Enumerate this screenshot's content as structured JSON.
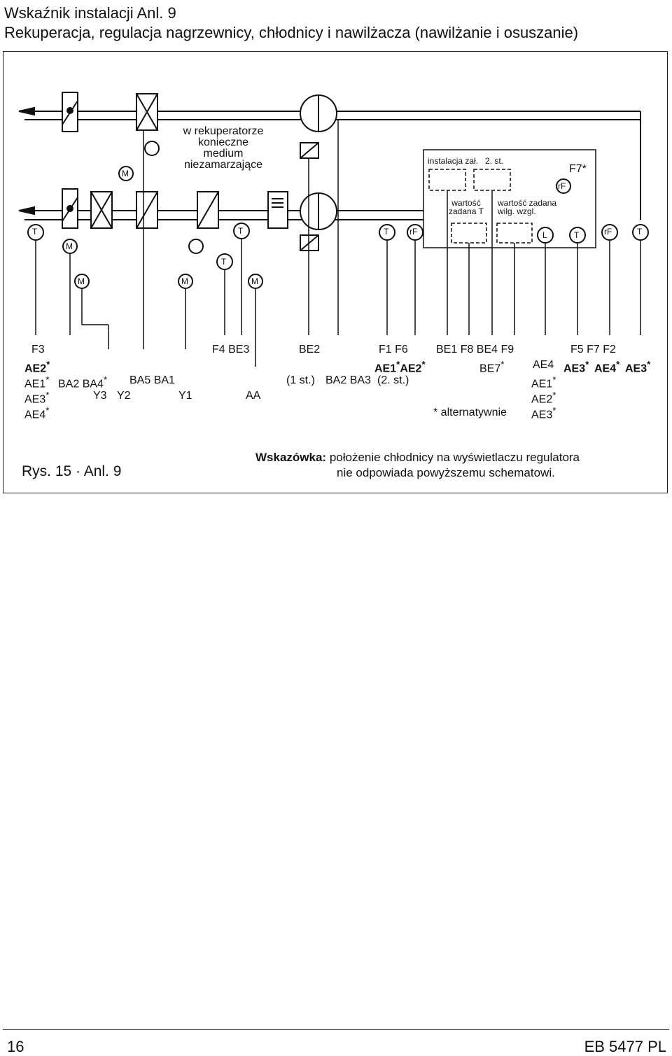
{
  "heading": {
    "line1": "Wskaźnik instalacji Anl. 9",
    "line2": "Rekuperacja, regulacja nagrzewnicy, chłodnicy i nawilżacza (nawilżanie i osuszanie)"
  },
  "recuperator_note": [
    "w rekuperatorze",
    "konieczne",
    "medium",
    "niezamarzające"
  ],
  "controller": {
    "title": "instalacja zał.",
    "stage": "2. st.",
    "setpoint_t": [
      "wartość",
      "zadana T"
    ],
    "setpoint_rh": [
      "wartość zadana",
      "wilg. wzgl."
    ],
    "f7_label": "F7*",
    "rf_label": "rF",
    "l_label": "L",
    "t_label": "T"
  },
  "sensor_symbols": {
    "t": "T",
    "rf": "rF",
    "m": "M"
  },
  "terminals": {
    "f3": "F3",
    "ae2s": "AE2",
    "ae1s_a": "AE1",
    "ae3s_a": "AE3",
    "ae4s_a": "AE4",
    "ba2_ba4": "BA2 BA4",
    "y3": "Y3",
    "ba5_ba1": "BA5 BA1",
    "y2": "Y2",
    "y1": "Y1",
    "f4_be3": "F4 BE3",
    "aa": "AA",
    "be2": "BE2",
    "st1": "(1 st.)",
    "ba2_ba3": "BA2 BA3",
    "st2": "(2. st.)",
    "f1_f6": "F1   F6",
    "ae1ae2": "AE1",
    "ae2b": "AE2",
    "be1_f8": "BE1  F8  BE4  F9",
    "be7": "BE7",
    "alt": "* alternatywnie",
    "ae4": "AE4",
    "ae1c": "AE1",
    "ae2c": "AE2",
    "ae3c": "AE3",
    "f5_f7_f2": "F5     F7     F2",
    "ae3b": "AE3",
    "ae4b": "AE4",
    "ae3d": "AE3",
    "star": "*"
  },
  "caption": {
    "figure": "Rys. 15 · Anl. 9",
    "hint_bold": "Wskazówka:",
    "hint_line1": " położenie chłodnicy na wyświetlaczu regulatora",
    "hint_line2": "nie odpowiada powyższemu schematowi."
  },
  "footer": {
    "page": "16",
    "doc": "EB 5477 PL"
  }
}
